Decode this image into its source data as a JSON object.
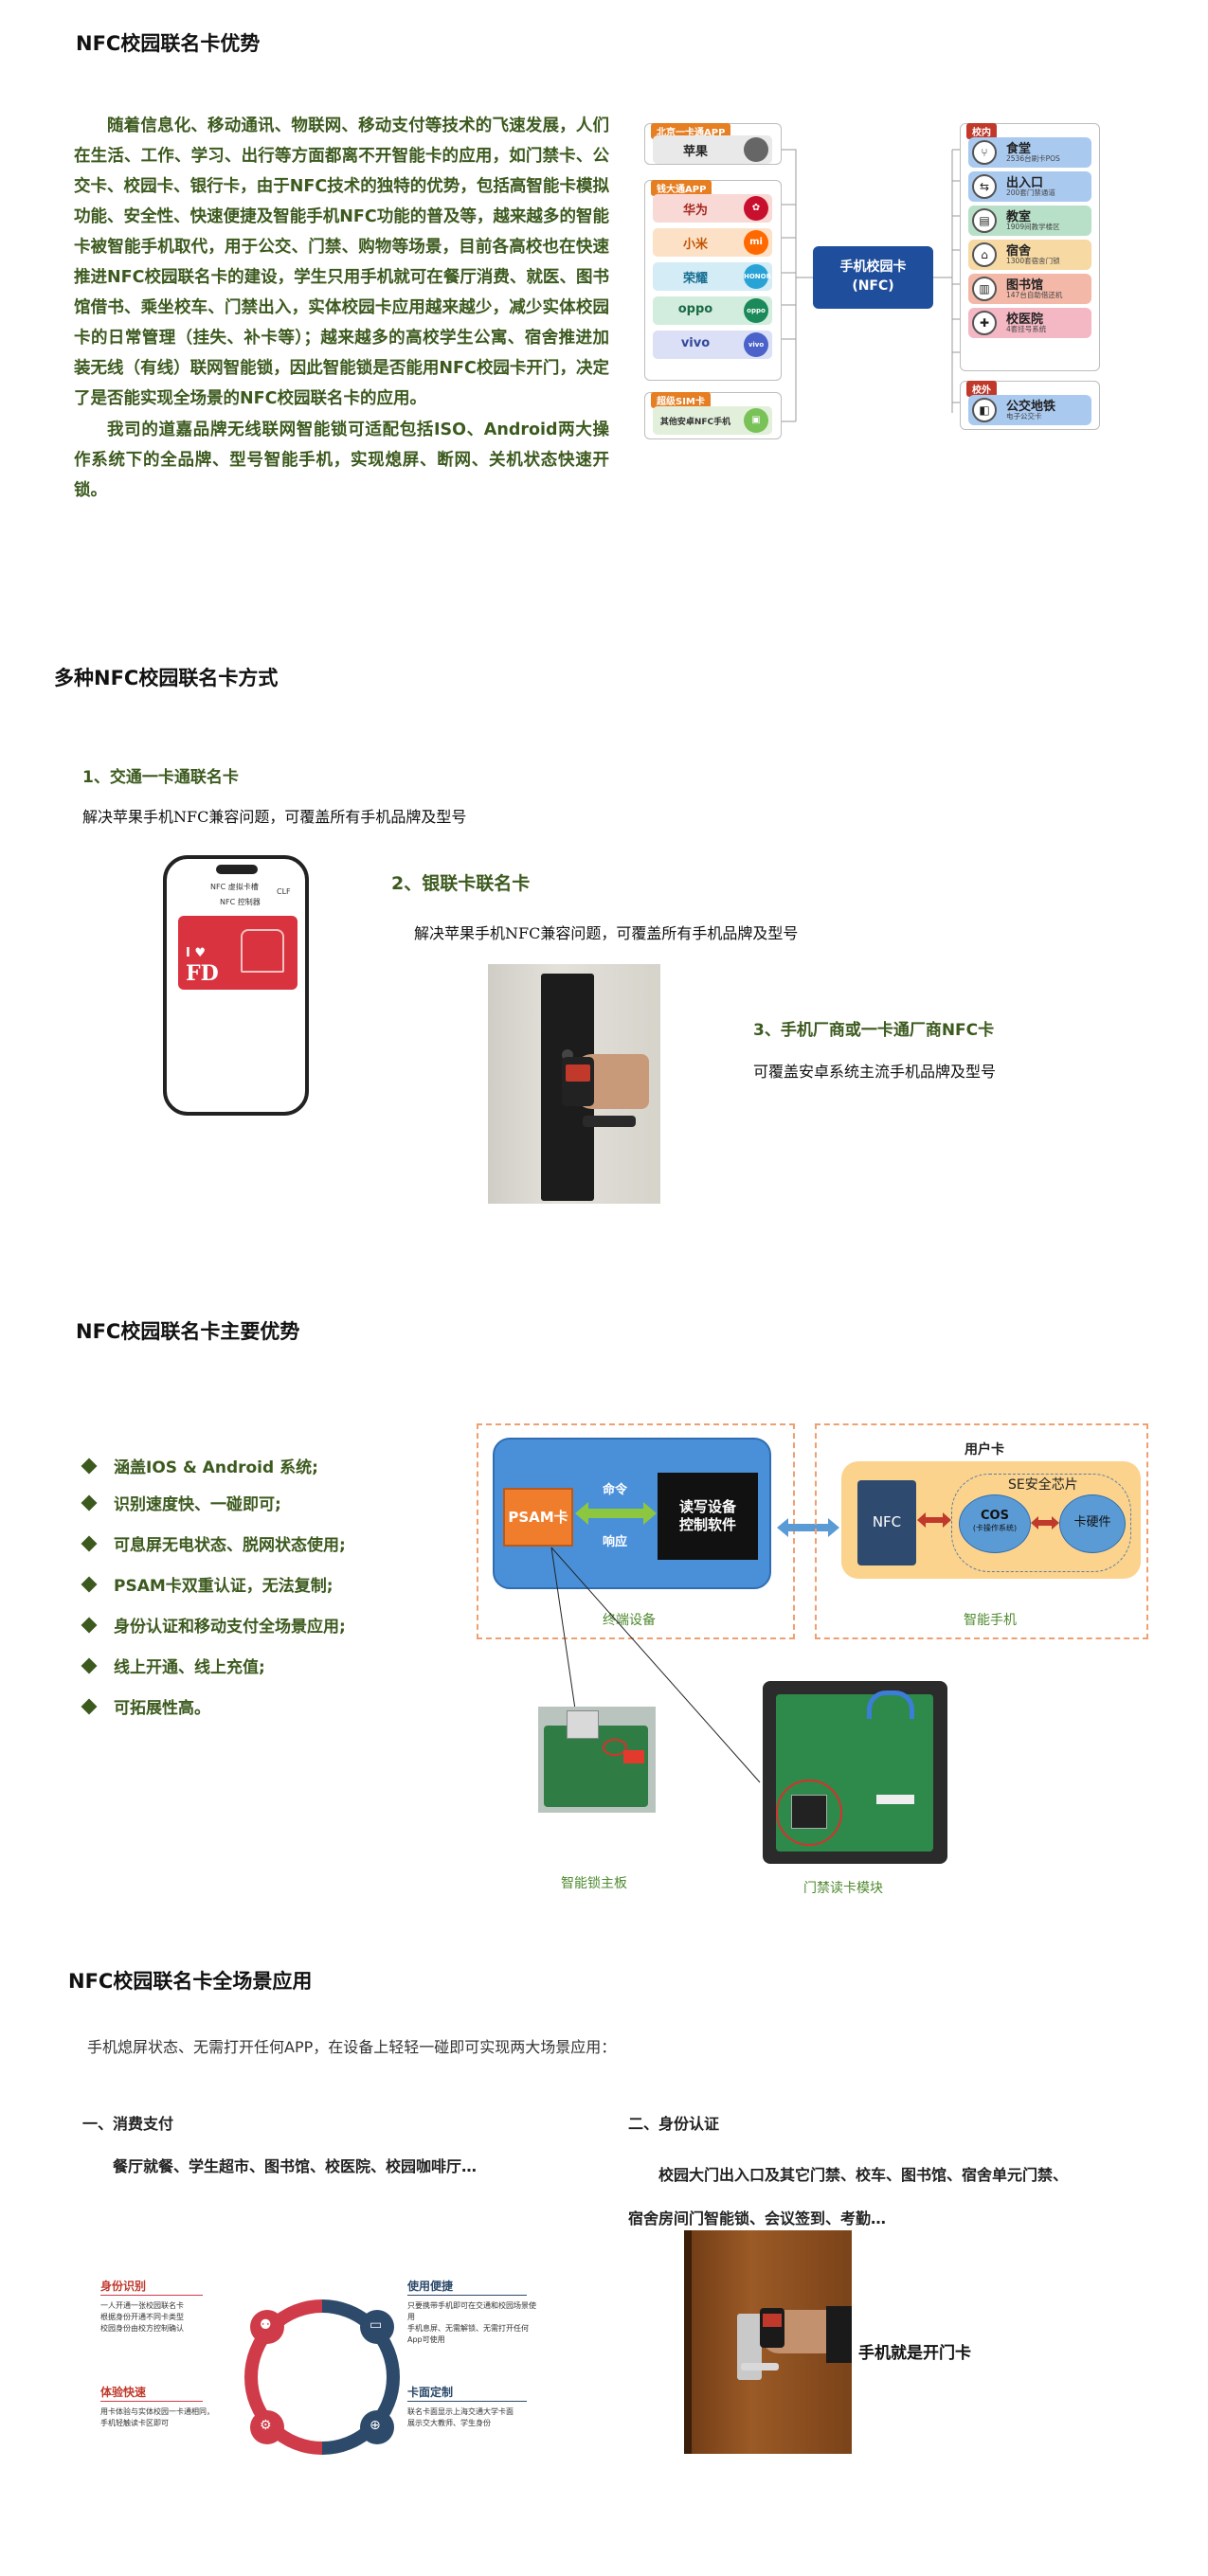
{
  "section1": {
    "title": "NFC校园联名卡优势",
    "para1": "随着信息化、移动通讯、物联网、移动支付等技术的飞速发展，人们在生活、工作、学习、出行等方面都离不开智能卡的应用，如门禁卡、公交卡、校园卡、银行卡，由于NFC技术的独特的优势，包括高智能卡模拟功能、安全性、快速便捷及智能手机NFC功能的普及等，越来越多的智能卡被智能手机取代，用于公交、门禁、购物等场景，目前各高校也在快速推进NFC校园联名卡的建设，学生只用手机就可在餐厅消费、就医、图书馆借书、乘坐校车、门禁出入，实体校园卡应用越来越少，减少实体校园卡的日常管理（挂失、补卡等）；越来越多的高校学生公寓、宿舍推进加装无线（有线）联网智能锁，因此智能锁是否能用NFC校园卡开门，决定了是否能实现全场景的NFC校园联名卡的应用。",
    "para2": "我司的道嘉品牌无线联网智能锁可适配包括ISO、Android两大操作系统下的全品牌、型号智能手机，实现熄屏、断网、关机状态快速开锁。",
    "diagram": {
      "group1_tag": "北京一卡通APP",
      "group1_items": [
        {
          "name": "苹果",
          "icon": "apple-icon"
        }
      ],
      "group2_tag": "钱大通APP",
      "group2_items": [
        {
          "name": "华为",
          "icon": "huawei-icon",
          "color": "#c8102e"
        },
        {
          "name": "小米",
          "icon": "mi-icon",
          "color": "#ff6900"
        },
        {
          "name": "荣耀",
          "icon": "honor-icon",
          "color": "#29a3d6"
        },
        {
          "name": "oppo",
          "icon": "oppo-icon",
          "color": "#1a8a5a"
        },
        {
          "name": "vivo",
          "icon": "vivo-icon",
          "color": "#4a62c9"
        }
      ],
      "group3_tag": "超级SIM卡",
      "group3_items": [
        {
          "name": "其他安卓NFC手机",
          "icon": "android-icon"
        }
      ],
      "center": {
        "line1": "手机校园卡",
        "line2": "(NFC)"
      },
      "campus_tag": "校内",
      "campus_items": [
        {
          "name": "食堂",
          "sub": "2536台刷卡POS",
          "icon": "canteen-icon",
          "color": "#a9c9ef"
        },
        {
          "name": "出入口",
          "sub": "200套门禁通道",
          "icon": "entrance-icon",
          "color": "#a9c9ef"
        },
        {
          "name": "教室",
          "sub": "1909间教学楼区",
          "icon": "classroom-icon",
          "color": "#b8e0c8"
        },
        {
          "name": "宿舍",
          "sub": "1300套宿舍门锁",
          "icon": "dorm-icon",
          "color": "#f6d9a3"
        },
        {
          "name": "图书馆",
          "sub": "147台自助借还机",
          "icon": "library-icon",
          "color": "#f4b8a8"
        },
        {
          "name": "校医院",
          "sub": "4套挂号系统",
          "icon": "hospital-icon",
          "color": "#f4b8c4"
        }
      ],
      "offcampus_tag": "校外",
      "offcampus_items": [
        {
          "name": "公交地铁",
          "sub": "电子公交卡",
          "icon": "bus-icon",
          "color": "#a9c9ef"
        }
      ]
    }
  },
  "section2": {
    "title": "多种NFC校园联名卡方式",
    "m1_title": "1、交通一卡通联名卡",
    "m1_desc": "解决苹果手机NFC兼容问题，可覆盖所有手机品牌及型号",
    "m2_title": "2、银联卡联名卡",
    "m2_desc": "解决苹果手机NFC兼容问题，可覆盖所有手机品牌及型号",
    "m3_title": "3、手机厂商或一卡通厂商NFC卡",
    "m3_desc": "可覆盖安卓系统主流手机品牌及型号",
    "phone": {
      "label1": "NFC 虚拟卡槽",
      "label2": "NFC 控制器",
      "label3": "CLF",
      "card_text": "FD"
    }
  },
  "section3": {
    "title": "NFC校园联名卡主要优势",
    "advantages": [
      "涵盖IOS & Android 系统;",
      "识别速度快、一碰即可;",
      "可息屏无电状态、脱网状态使用;",
      "PSAM卡双重认证，无法复制;",
      "身份认证和移动支付全场景应用;",
      "线上开通、线上充值;",
      "可拓展性高。"
    ],
    "diagram": {
      "psam": "PSAM卡",
      "command": "命令",
      "response": "响应",
      "reader_line1": "读写设备",
      "reader_line2": "控制软件",
      "terminal_label": "终端设备",
      "user_card": "用户卡",
      "se_chip": "SE安全芯片",
      "nfc": "NFC",
      "cos": "COS",
      "cos_sub": "(卡操作系统)",
      "card_hw": "卡硬件",
      "phone_label": "智能手机",
      "board1_label": "智能锁主板",
      "board2_label": "门禁读卡模块"
    }
  },
  "section4": {
    "title": "NFC校园联名卡全场景应用",
    "intro": "手机熄屏状态、无需打开任何APP，在设备上轻轻一碰即可实现两大场景应用：",
    "s1_title": "一、消费支付",
    "s1_desc": "餐厅就餐、学生超市、图书馆、校医院、校园咖啡厅…",
    "s2_title": "二、身份认证",
    "s2_desc": "校园大门出入口及其它门禁、校车、图书馆、宿舍单元门禁、宿舍房间门智能锁、会议签到、考勤…",
    "cycle": {
      "q1_title": "身份识别",
      "q1_text": [
        "一人开通一张校园联名卡",
        "根据身份开通不同卡类型",
        "校园身份由校方控制确认"
      ],
      "q2_title": "使用便捷",
      "q2_text": [
        "只要携带手机即可在交通和校园场景使用",
        "手机息屏、无需解锁、无需打开任何App可使用"
      ],
      "q3_title": "体验快速",
      "q3_text": [
        "用卡体验与实体校园一卡通相同，手机轻触读卡区即可"
      ],
      "q4_title": "卡面定制",
      "q4_text": [
        "联名卡面显示上海交通大学卡面",
        "展示交大教师、学生身份"
      ]
    },
    "door_caption": "手机就是开门卡"
  }
}
